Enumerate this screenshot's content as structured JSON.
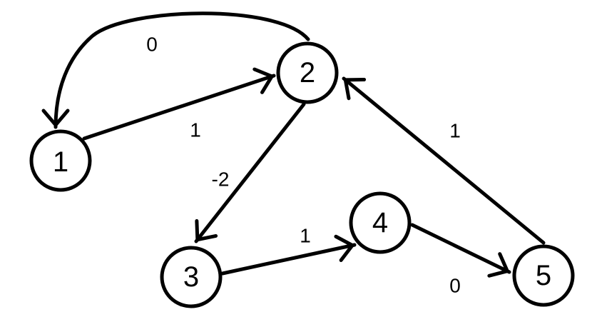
{
  "graph": {
    "nodes": [
      {
        "id": "1",
        "label": "1"
      },
      {
        "id": "2",
        "label": "2"
      },
      {
        "id": "3",
        "label": "3"
      },
      {
        "id": "4",
        "label": "4"
      },
      {
        "id": "5",
        "label": "5"
      }
    ],
    "edges": [
      {
        "from": "2",
        "to": "1",
        "weight": "0"
      },
      {
        "from": "1",
        "to": "2",
        "weight": "1"
      },
      {
        "from": "2",
        "to": "3",
        "weight": "-2"
      },
      {
        "from": "3",
        "to": "4",
        "weight": "1"
      },
      {
        "from": "4",
        "to": "5",
        "weight": "0"
      },
      {
        "from": "5",
        "to": "2",
        "weight": "1"
      }
    ]
  }
}
